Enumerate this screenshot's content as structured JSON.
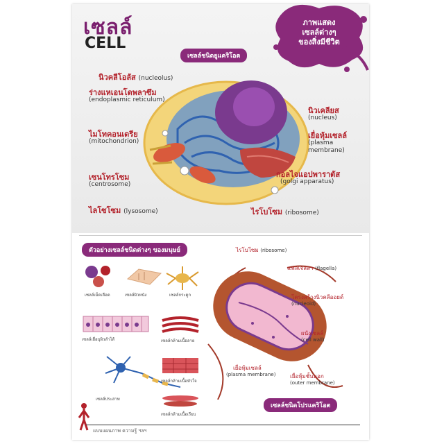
{
  "title": {
    "thai": "เซลล์",
    "english": "CELL"
  },
  "banner": {
    "lines": [
      "ภาพแสดง",
      "เซลล์ต่างๆ",
      "ของสิ่งมีชีวิต"
    ]
  },
  "eukaryote_tag": "เซลล์ชนิดยูแคริโอต",
  "animal_cell_labels": {
    "nucleolus": {
      "thai": "นิวคลีโอลัส",
      "en": "(nucleolus)"
    },
    "er": {
      "thai": "ร่างแหเอนโดพลาซึม",
      "en": "(endoplasmic reticulum)"
    },
    "mito": {
      "thai": "ไมโทคอนเดรีย",
      "en": "(mitochondrion)"
    },
    "centrosome": {
      "thai": "เซนโทรโซม",
      "en": "(centrosome)"
    },
    "lysosome": {
      "thai": "ไลโซโซม",
      "en": "(lysosome)"
    },
    "nucleus": {
      "thai": "นิวเคลียส",
      "en": "(nucleus)"
    },
    "membrane": {
      "thai": "เยื่อหุ้มเซลล์",
      "en": "(plasma membrane)"
    },
    "golgi": {
      "thai": "กอลไจแอปพาราตัส",
      "en": "(golgi apparatus)"
    },
    "ribosome": {
      "thai": "ไรโบโซม",
      "en": "(ribosome)"
    }
  },
  "human_cells_tag": "ตัวอย่างเซลล์ชนิดต่างๆ ของมนุษย์",
  "human_cells": [
    "เซลล์เม็ดเลือด",
    "เซลล์ผิวหนัง",
    "เซลล์กระดูก",
    "เซลล์เยื่อบุผิวลำไส้",
    "เซลล์กล้ามเนื้อลาย",
    "เซลล์ประสาท",
    "เซลล์กล้ามเนื้อหัวใจ",
    "เซลล์กล้ามเนื้อเรียบ"
  ],
  "bacteria_labels": {
    "ribosome": {
      "thai": "ไรโบโซม",
      "en": "(ribosome)"
    },
    "flagella": {
      "thai": "แฟลเจลลา",
      "en": "(flagella)"
    },
    "nucleoid": {
      "thai": "โครงสร้างนิวคลีออยด์",
      "en": "(nucleoid)"
    },
    "cellwall": {
      "thai": "ผนังเซลล์",
      "en": "(cell wall)"
    },
    "plasma": {
      "thai": "เยื่อหุ้มเซลล์",
      "en": "(plasma membrane)"
    },
    "outer": {
      "thai": "เยื่อหุ้มชั้นนอก",
      "en": "(outer membrane)"
    }
  },
  "prokaryote_tag": "เซลล์ชนิดโปรแคริโอต",
  "footer": "แบบแผนภาพ ความรู้ ฯลฯ"
}
